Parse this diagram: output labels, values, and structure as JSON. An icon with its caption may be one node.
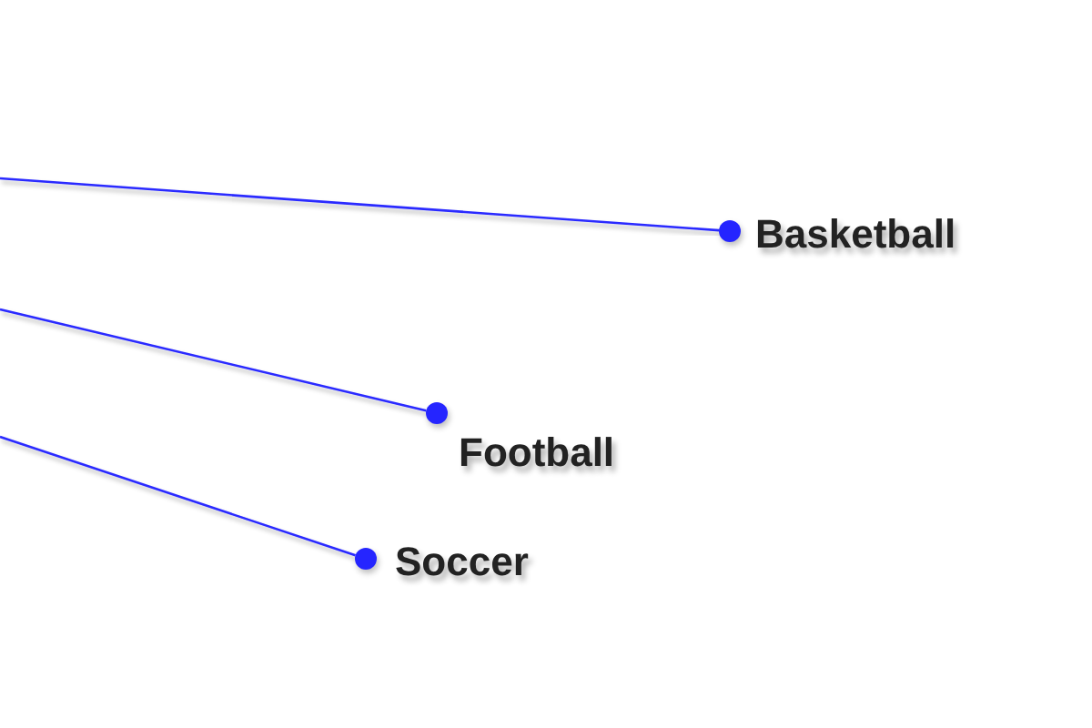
{
  "diagram": {
    "nodes": [
      {
        "text": [],
        "shape": "circle",
        "beside": [
          "Basketball"
        ]
      },
      {
        "text": [],
        "shape": "circle",
        "beside": [
          "Football"
        ]
      },
      {
        "text": [],
        "shape": "circle",
        "beside": [
          "Soccer"
        ]
      }
    ],
    "edges": [
      {
        "from": null,
        "to": 0,
        "arrow": "none"
      },
      {
        "from": null,
        "to": 1,
        "arrow": "none"
      },
      {
        "from": null,
        "to": 2,
        "arrow": "none"
      }
    ]
  }
}
